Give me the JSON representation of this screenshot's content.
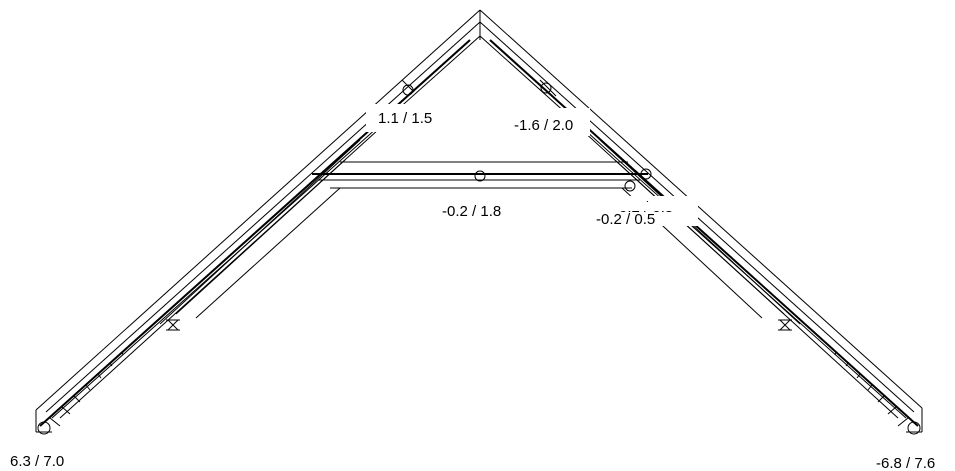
{
  "labels": {
    "rafter_left_top": "1.1 / 1.5",
    "rafter_left_top_hidden": "1.1 / 1.5",
    "rafter_right_top": "-1.6 / 2.0",
    "collar_tie": "-0.2 / 1.8",
    "connection_right_hidden": "-0.2 / 0.5",
    "connection_right": "-0.2 / 0.5",
    "support_left": "6.3 / 7.0",
    "support_right": "-6.8 / 7.6"
  },
  "colors": {
    "line": "#000000",
    "background": "#ffffff"
  }
}
